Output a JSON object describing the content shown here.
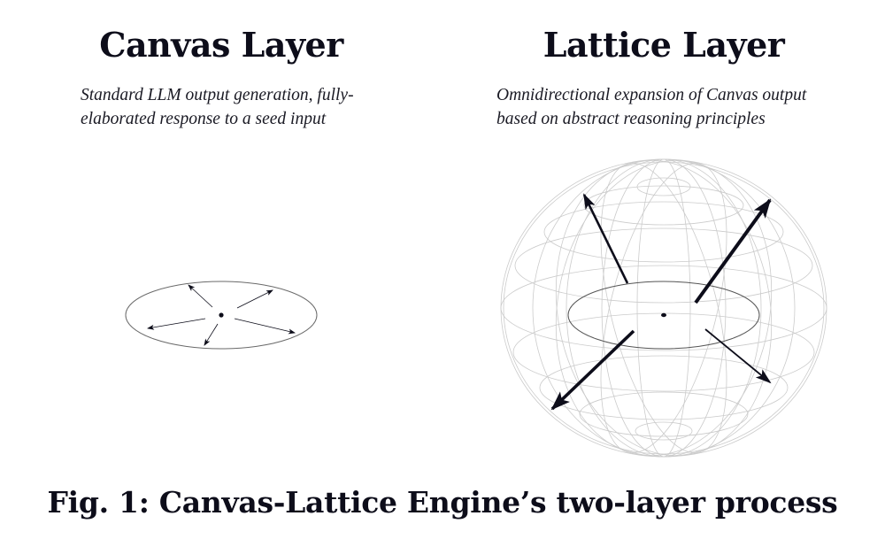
{
  "canvas_layer": {
    "title": "Canvas Layer",
    "description_line1": "Standard LLM output generation, fully-",
    "description_line2": "elaborated response to a seed input"
  },
  "lattice_layer": {
    "title": "Lattice Layer",
    "description_line1": "Omnidirectional expansion of Canvas output",
    "description_line2": "based on abstract reasoning principles"
  },
  "figure": {
    "caption": "Fig. 1: Canvas-Lattice Engine’s two-layer process"
  },
  "colors": {
    "ink": "#0d0d1a",
    "ellipse_stroke": "#666666",
    "wireframe_stroke": "#c8c8c8"
  }
}
